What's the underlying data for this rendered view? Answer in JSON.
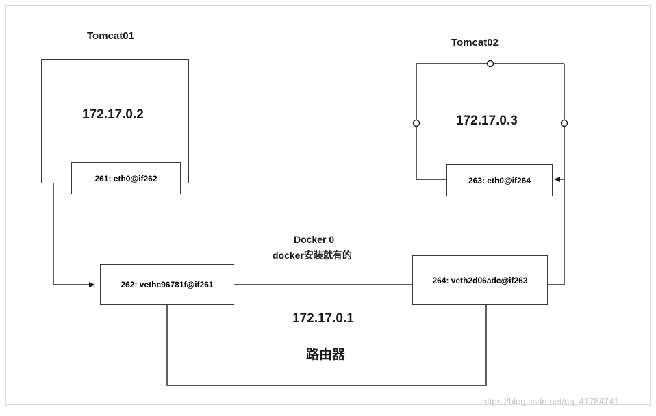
{
  "diagram": {
    "title_tomcat01": "Tomcat01",
    "title_tomcat02": "Tomcat02",
    "ip_tomcat01": "172.17.0.2",
    "ip_tomcat02": "172.17.0.3",
    "if_eth0_tomcat01": "261: eth0@if262",
    "if_eth0_tomcat02": "263: eth0@if264",
    "veth_left": "262: vethc96781f@if261",
    "veth_right": "264: veth2d06adc@if263",
    "docker0_line1": "Docker 0",
    "docker0_line2": "docker安装就有的",
    "router_ip": "172.17.0.1",
    "router_label": "路由器",
    "watermark": "https://blog.csdn.net/qq_41784741"
  }
}
